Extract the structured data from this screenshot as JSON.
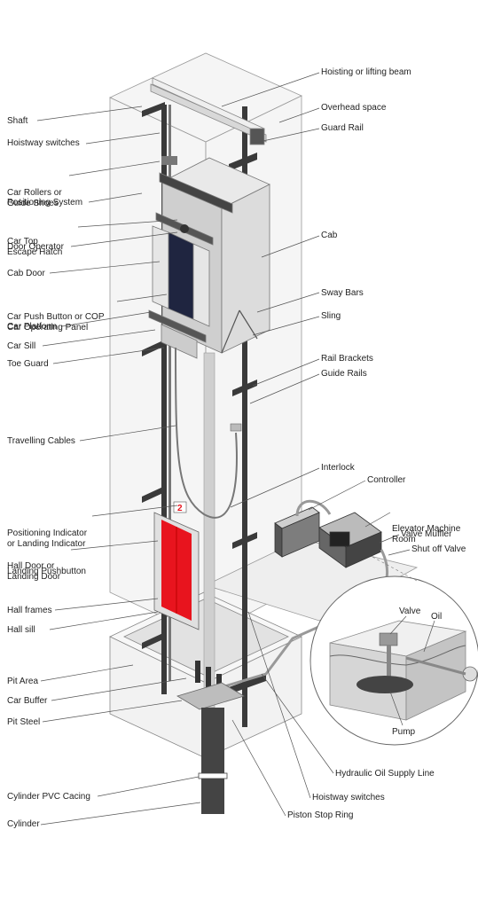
{
  "labels_left": {
    "shaft": "Shaft",
    "hoistway_switches_top": "Hoistway switches",
    "car_rollers": [
      "Car Rollers or",
      "Guide Shoes"
    ],
    "positioning_system": "Positioning System",
    "car_top_escape_hatch": [
      "Car Top",
      "Escape Hatch"
    ],
    "door_operator": "Door Operator",
    "cab_door": "Cab Door",
    "car_push_button": [
      "Car Push Button or COP",
      "Car Operating Panel"
    ],
    "car_platform": "Car Platform",
    "car_sill": "Car Sill",
    "toe_guard": "Toe Guard",
    "travelling_cables": "Travelling Cables",
    "positioning_indicator": [
      "Positioning Indicator",
      "or Landing Indicator"
    ],
    "hall_door": [
      "Hall Door or",
      "Landing Door"
    ],
    "landing_pushbutton": "Landing Pushbutton",
    "hall_frames": "Hall frames",
    "hall_sill": "Hall sill",
    "pit_area": "Pit Area",
    "car_buffer": "Car Buffer",
    "pit_steel": "Pit Steel",
    "cylinder_pvc": "Cylinder PVC Cacing",
    "cylinder": "Cylinder"
  },
  "labels_right": {
    "hoisting_beam": "Hoisting or lifting beam",
    "overhead_space": "Overhead space",
    "guard_rail": "Guard Rail",
    "cab": "Cab",
    "sway_bars": "Sway Bars",
    "sling": "Sling",
    "rail_brackets": "Rail Brackets",
    "guide_rails": "Guide Rails",
    "interlock": "Interlock",
    "controller": "Controller",
    "elevator_machine_room": [
      "Elevator Machine",
      "Room"
    ],
    "valve_muffler": "Valve Muffler",
    "shut_off_valve": "Shut off Valve",
    "hydraulic_oil": "Hydraulic Oil Supply Line",
    "hoistway_switches_bottom": "Hoistway switches",
    "piston_stop_ring": "Piston Stop Ring"
  },
  "inset": {
    "valve": "Valve",
    "oil": "Oil",
    "pump": "Pump"
  },
  "floor_number": "2",
  "colors": {
    "line": "#333333",
    "rail": "#3a3a3a",
    "door_red": "#e8141e",
    "glass": "#e6e6e6",
    "cab": "#d6d6d6"
  }
}
